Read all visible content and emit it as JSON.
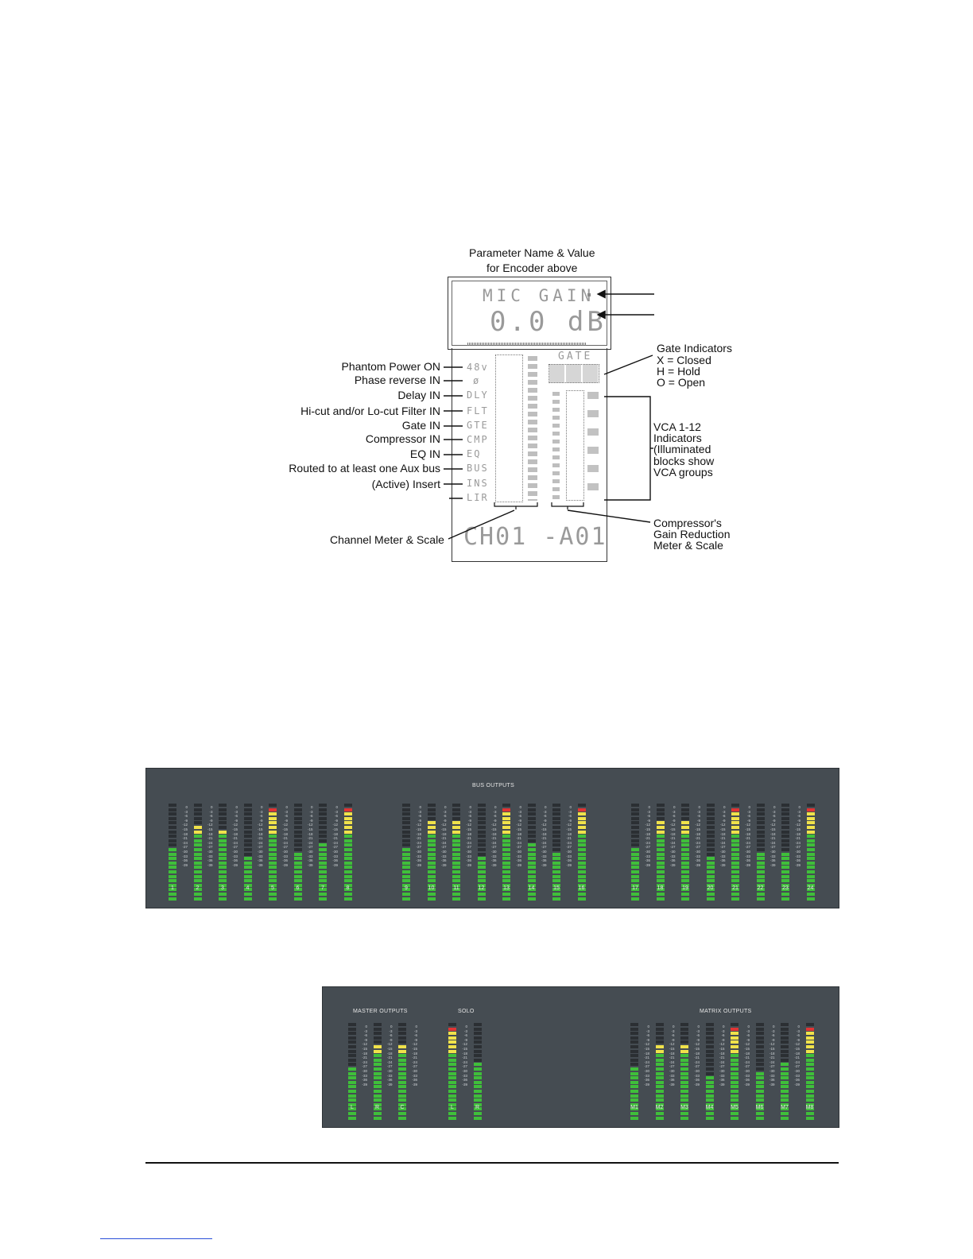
{
  "diagram": {
    "title_line1": "Parameter Name & Value",
    "title_line2": "for Encoder above",
    "lcd": {
      "param_name": "MIC GAIN",
      "param_value": "0.0 dB",
      "gate_label": "GATE",
      "channel_name": "CH01 -A01",
      "left_icons": [
        "48v",
        "ø",
        "DLY",
        "FLT",
        "GTE",
        "CMP",
        "EQ",
        "BUS",
        "INS",
        "LIR"
      ]
    },
    "left_labels": [
      "Phantom Power ON",
      "Phase reverse IN",
      "Delay IN",
      "Hi-cut and/or Lo-cut Filter IN",
      "Gate IN",
      "Compressor  IN",
      "EQ IN",
      "Routed to at least one Aux bus",
      "(Active) Insert"
    ],
    "channel_meter_label": "Channel Meter & Scale",
    "gate_indicators": [
      "Gate Indicators",
      "X = Closed",
      "H = Hold",
      "O = Open"
    ],
    "vca_indicators": [
      "VCA 1-12",
      "Indicators",
      "(Illuminated",
      "blocks show",
      "VCA groups"
    ],
    "compressor_meter": [
      "Compressor's",
      "Gain Reduction",
      "Meter & Scale"
    ]
  },
  "bus_panel": {
    "title": "BUS OUTPUTS",
    "labels": [
      "1",
      "2",
      "3",
      "4",
      "5",
      "6",
      "7",
      "8",
      "9",
      "10",
      "11",
      "12",
      "13",
      "14",
      "15",
      "16",
      "17",
      "18",
      "19",
      "20",
      "21",
      "22",
      "23",
      "24"
    ],
    "levels": [
      12,
      17,
      16,
      10,
      21,
      11,
      13,
      21,
      12,
      18,
      18,
      10,
      21,
      13,
      11,
      21,
      12,
      18,
      18,
      10,
      21,
      11,
      11,
      21
    ]
  },
  "master_panel": {
    "title": "MASTER OUTPUTS",
    "labels": [
      "L",
      "R",
      "C"
    ],
    "levels": [
      12,
      17,
      17
    ]
  },
  "solo_panel": {
    "title": "SOLO",
    "labels": [
      "L",
      "R"
    ],
    "levels": [
      21,
      13
    ]
  },
  "matrix_panel": {
    "title": "MATRIX OUTPUTS",
    "labels": [
      "M1",
      "M2",
      "M3",
      "M4",
      "M5",
      "M6",
      "M7",
      "M8"
    ],
    "levels": [
      12,
      17,
      17,
      10,
      21,
      11,
      13,
      21
    ]
  },
  "scale_values": [
    "0",
    "-3",
    "-6",
    "-9",
    "-12",
    "-15",
    "-18",
    "-21",
    "-24",
    "-27",
    "-30",
    "-33",
    "-36",
    "-39"
  ],
  "colors": {
    "panel": "#454c52",
    "green": "#3fbf3a",
    "yellow": "#f0e24a",
    "red": "#e03434",
    "unlit": "#2b2f33"
  }
}
